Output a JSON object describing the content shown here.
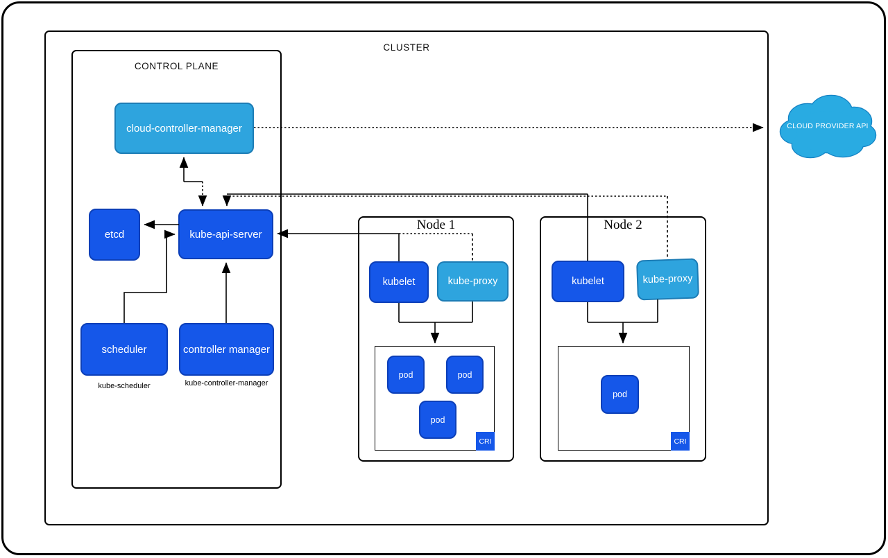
{
  "cluster": {
    "label": "CLUSTER"
  },
  "control_plane": {
    "label": "CONTROL PLANE",
    "cloud_controller_manager": "cloud-controller-manager",
    "etcd": "etcd",
    "kube_api_server": "kube-api-server",
    "scheduler": "scheduler",
    "controller_manager": "controller manager",
    "scheduler_caption": "kube-scheduler",
    "controller_manager_caption": "kube-controller-manager"
  },
  "nodes": [
    {
      "title": "Node 1",
      "kubelet": "kubelet",
      "kube_proxy": "kube-proxy",
      "pods": [
        "pod",
        "pod",
        "pod"
      ],
      "cri": "CRI"
    },
    {
      "title": "Node 2",
      "kubelet": "kubelet",
      "kube_proxy": "kube-proxy",
      "pods": [
        "pod"
      ],
      "cri": "CRI"
    }
  ],
  "cloud": {
    "label": "CLOUD PROVIDER API"
  },
  "colors": {
    "dark_blue": "#1557e9",
    "dark_blue_border": "#0c3fb8",
    "light_blue": "#2ea4de",
    "light_blue_border": "#1c7cb5",
    "cloud_fill": "#29abe2",
    "cloud_border": "#1583c4",
    "line": "#000000"
  }
}
